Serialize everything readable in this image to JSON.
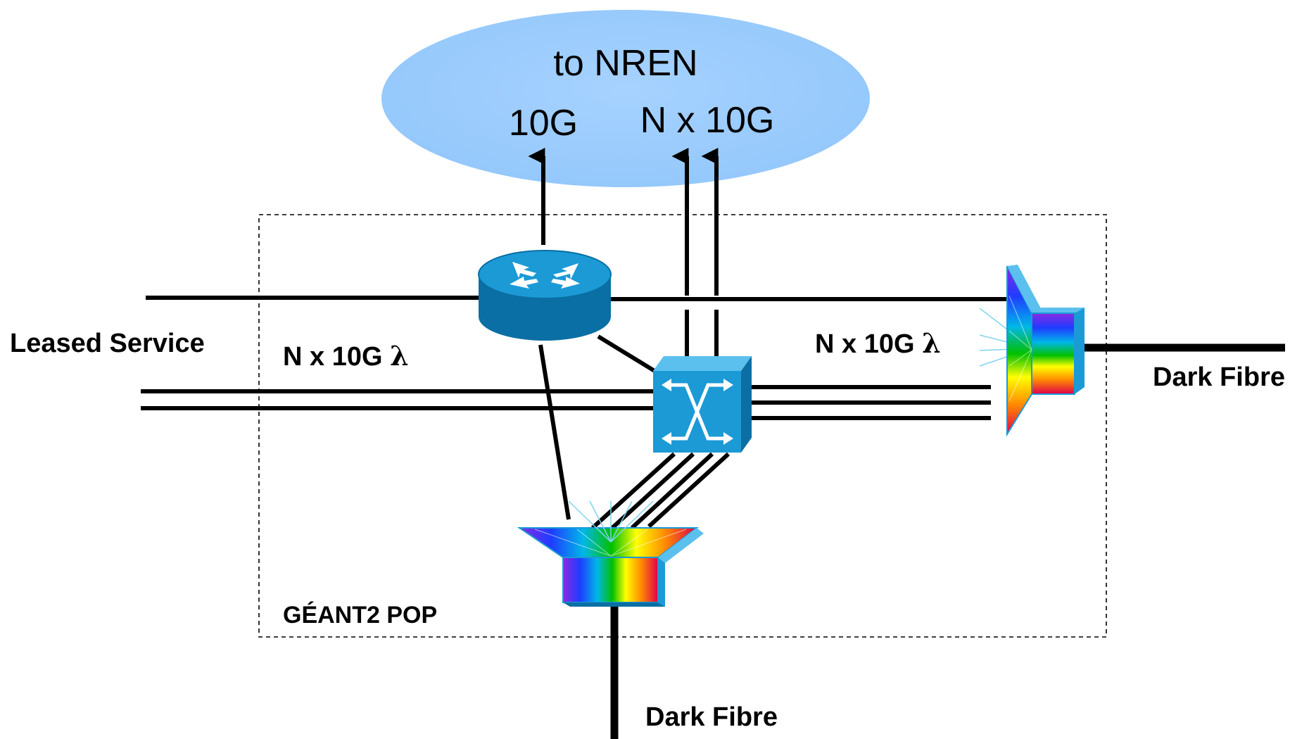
{
  "diagram": {
    "cloud": {
      "title": "to NREN",
      "label_left": "10G",
      "label_right": "N x 10G"
    },
    "labels": {
      "leased_service": "Leased Service",
      "left_lambda_text": "N x 10G ",
      "right_lambda_text": "N x 10G ",
      "lambda_symbol": "λ",
      "dark_fibre_right": "Dark Fibre",
      "dark_fibre_bottom": "Dark Fibre",
      "pop": "GÉANT2  POP"
    },
    "icons": {
      "router": "router-icon",
      "switch": "optical-switch-icon",
      "mux_right": "wdm-multiplexer-icon",
      "mux_bottom": "wdm-multiplexer-icon"
    },
    "colors": {
      "cloud_fill": "#99ccff",
      "device_blue": "#1b9ad6",
      "device_dark": "#0a6fa4",
      "line": "#000000",
      "pop_border": "#000000"
    }
  }
}
